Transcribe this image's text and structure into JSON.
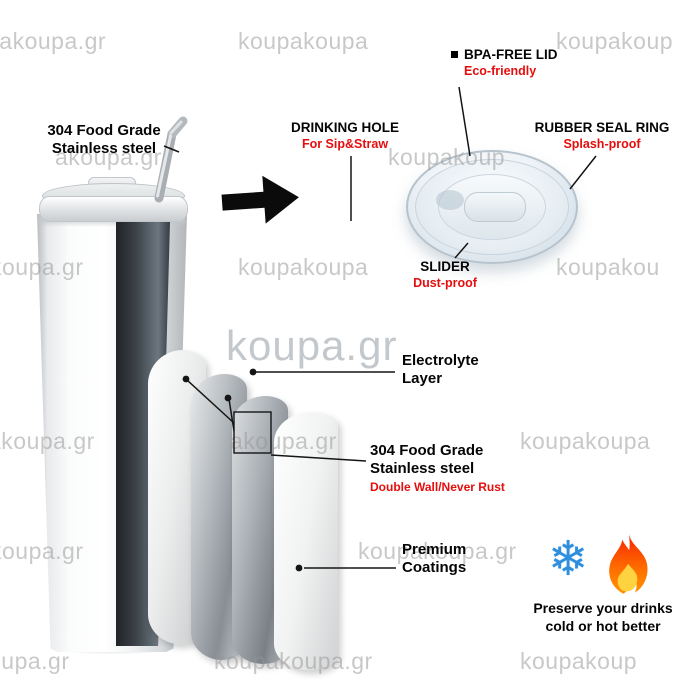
{
  "watermark": {
    "items": [
      {
        "text": "pakoupa.gr"
      },
      {
        "text": "koupakoupa"
      },
      {
        "text": "koupakoup"
      },
      {
        "text": "akoupa.gr"
      },
      {
        "text": "koupakoup"
      },
      {
        "text": "koupa.gr"
      },
      {
        "text": "koupakoupa"
      },
      {
        "text": "koupakou"
      },
      {
        "text": "koupa.gr"
      },
      {
        "text": "akoupa.gr"
      },
      {
        "text": "akoupa.gr"
      },
      {
        "text": "koupakoupa"
      },
      {
        "text": "koupa.gr"
      },
      {
        "text": "koupakoupa.gr"
      },
      {
        "text": "oupa.gr"
      },
      {
        "text": "koupakoupa.gr"
      },
      {
        "text": "koupakoup"
      }
    ]
  },
  "annotations": {
    "straw_material": {
      "line1": "304 Food Grade",
      "line2": "Stainless steel"
    },
    "drinking_hole": {
      "title": "DRINKING HOLE",
      "subtitle": "For Sip&Straw"
    },
    "bpa_free_lid": {
      "title": "BPA-FREE LID",
      "subtitle": "Eco-friendly"
    },
    "rubber_seal_ring": {
      "title": "RUBBER SEAL RING",
      "subtitle": "Splash-proof"
    },
    "slider": {
      "title": "SLIDER",
      "subtitle": "Dust-proof"
    },
    "electrolyte_layer": {
      "line1": "Electrolyte",
      "line2": "Layer"
    },
    "double_wall": {
      "line1": "304 Food Grade",
      "line2": "Stainless steel",
      "subtitle": "Double Wall/Never Rust"
    },
    "premium_coatings": {
      "line1": "Premium",
      "line2": "Coatings"
    },
    "preserve": {
      "line1": "Preserve your drinks",
      "line2": "cold or hot better"
    }
  },
  "icons": {
    "snowflake_glyph": "❄"
  },
  "colors": {
    "accent_red": "#e60d0d",
    "label_black": "#050505",
    "snowflake_blue": "#2f8fdc",
    "flame_orange": "#ff6a00",
    "watermark_gray": "#969696"
  }
}
